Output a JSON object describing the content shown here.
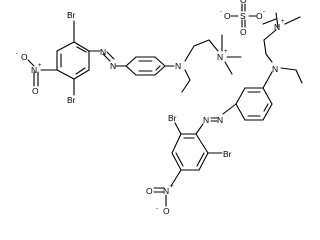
{
  "structure": {
    "cation_1": {
      "bromo_top": "Br",
      "bromo_bottom": "Br",
      "nitro_n": "N",
      "nitro_o_single": "O",
      "nitro_o_double": "O",
      "azo_n1": "N",
      "azo_n2": "N",
      "amine_n": "N",
      "ammonium_n": "N"
    },
    "sulfate": {
      "s": "S",
      "o_1": "O",
      "o_2": "O",
      "o_3": "O",
      "o_4": "O"
    },
    "cation_2": {
      "ammonium_n": "N",
      "amine_n": "N",
      "azo_n1": "N",
      "azo_n2": "N",
      "bromo_left": "Br",
      "bromo_right": "Br",
      "nitro_n": "N",
      "nitro_o_single": "O",
      "nitro_o_double": "O"
    },
    "charges": {
      "plus": "+",
      "minus": "-"
    }
  }
}
